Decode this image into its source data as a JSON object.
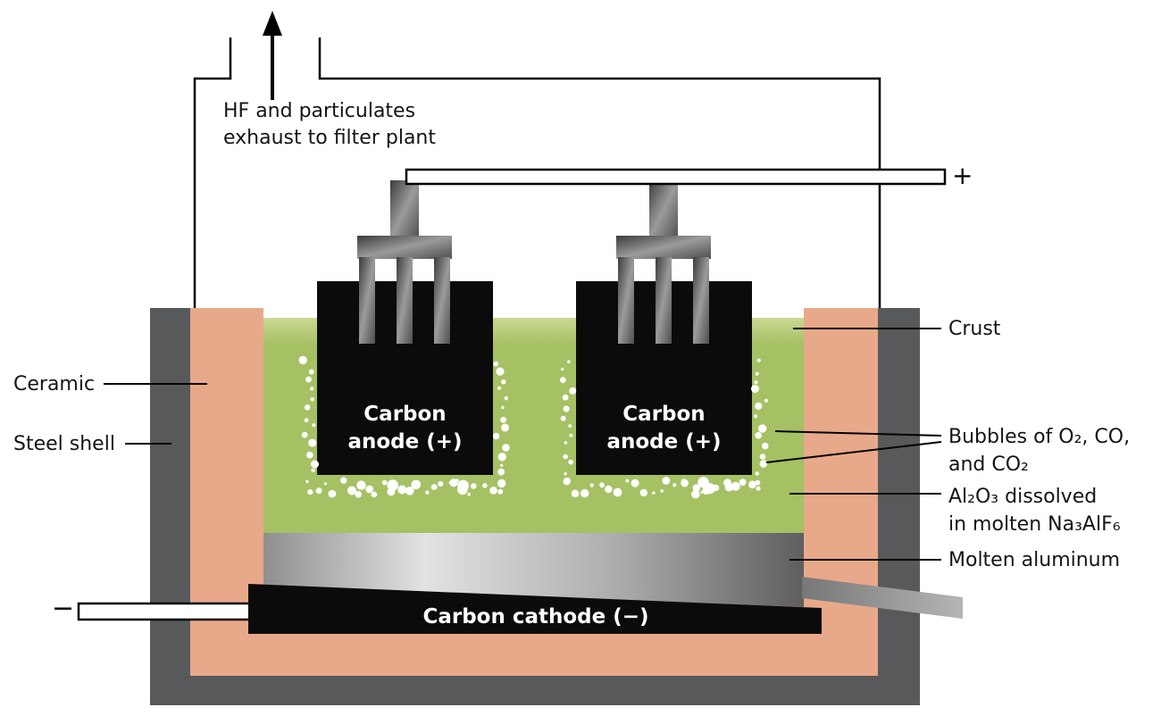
{
  "diagram": {
    "type": "hall-heroult-electrolysis-cell",
    "labels": {
      "exhaust": [
        "HF and particulates",
        "exhaust to filter plant"
      ],
      "ceramic": "Ceramic",
      "steel_shell": "Steel shell",
      "crust": "Crust",
      "bubbles": [
        "Bubbles of O₂, CO,",
        "and CO₂"
      ],
      "electrolyte": [
        "Al₂O₃ dissolved",
        "in molten Na₃AlF₆"
      ],
      "molten_aluminum": "Molten aluminum",
      "anode": [
        "Carbon",
        "anode (+)"
      ],
      "cathode": "Carbon cathode (−)",
      "plus_terminal": "+",
      "minus_terminal": "−"
    },
    "colors": {
      "steel_shell": "#58595b",
      "ceramic": "#e8a98a",
      "electrolyte": "#a5c164",
      "crust_light": "#ccd894",
      "anode": "#0b0b0b",
      "bubble": "#ffffff",
      "line": "#000000"
    }
  }
}
